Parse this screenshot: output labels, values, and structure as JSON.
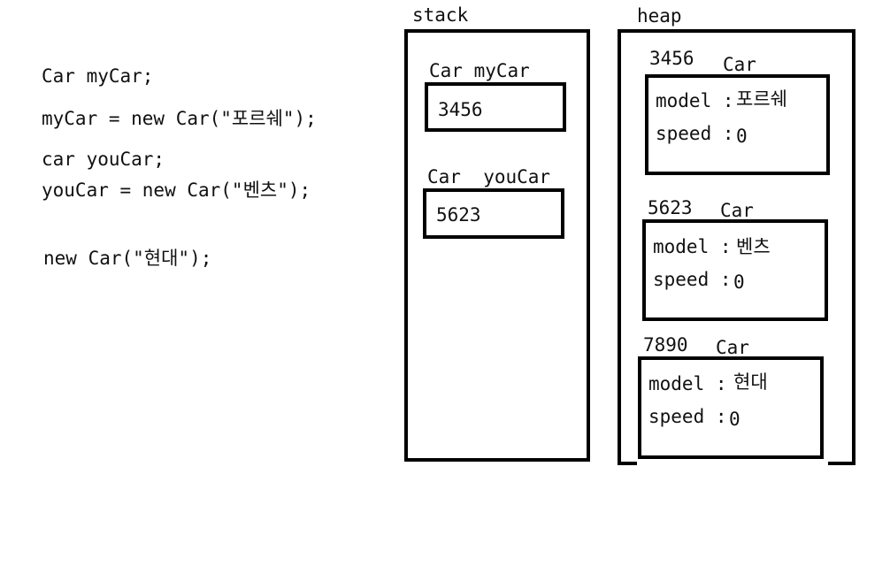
{
  "code": {
    "line1": "Car myCar;",
    "line2": "myCar = new Car(\"포르쉐\");",
    "line3": "car youCar;",
    "line4": "youCar = new Car(\"벤츠\");",
    "line5": "new Car(\"현대\");"
  },
  "stack": {
    "title": "stack",
    "vars": [
      {
        "label": "Car myCar",
        "value": "3456"
      },
      {
        "label": "Car  youCar",
        "value": "5623"
      }
    ]
  },
  "heap": {
    "title": "heap",
    "objects": [
      {
        "address": "3456",
        "type": "Car",
        "model_label": "model :",
        "model": "포르쉐",
        "speed_label": "speed :",
        "speed": "0"
      },
      {
        "address": "5623",
        "type": "Car",
        "model_label": "model :",
        "model": "벤츠",
        "speed_label": "speed :",
        "speed": "0"
      },
      {
        "address": "7890",
        "type": "Car",
        "model_label": "model :",
        "model": "현대",
        "speed_label": "speed :",
        "speed": "0"
      }
    ]
  }
}
